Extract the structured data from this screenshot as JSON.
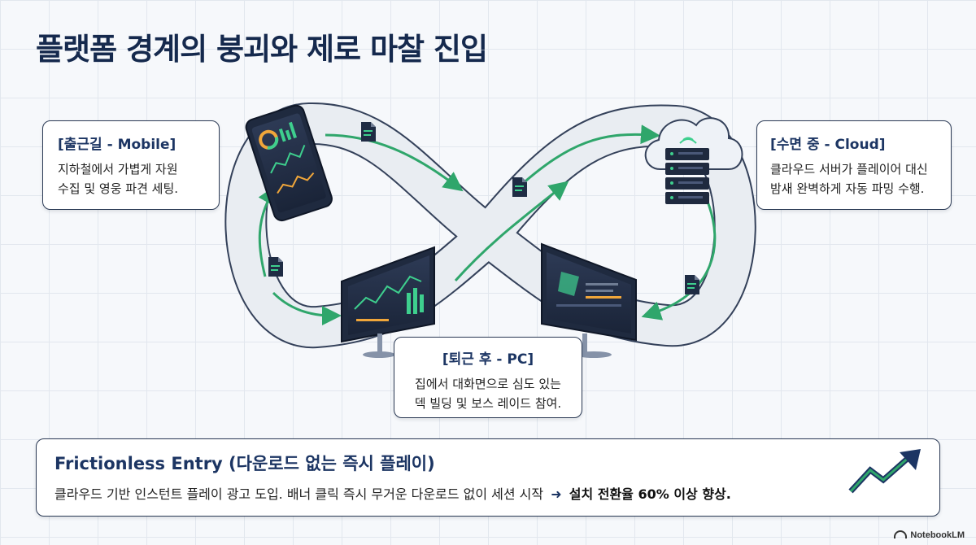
{
  "title": "플랫폼 경계의 붕괴와 제로 마찰 진입",
  "cards": {
    "mobile": {
      "title": "[출근길 - Mobile]",
      "line1": "지하철에서 가볍게 자원",
      "line2": "수집 및 영웅 파견 세팅."
    },
    "cloud": {
      "title": "[수면 중 - Cloud]",
      "line1": "클라우드 서버가 플레이어 대신",
      "line2": "밤새 완벽하게 자동 파밍 수행."
    },
    "pc": {
      "title": "[퇴근 후 - PC]",
      "line1": "집에서 대화면으로 심도 있는",
      "line2": "덱 빌딩 및 보스 레이드 참여."
    }
  },
  "bottom": {
    "title": "Frictionless Entry (다운로드 없는 즉시 플레이)",
    "desc": "클라우드 기반 인스턴트 플레이 광고 도입. 배너 클릭 즉시 무거운 다운로드 없이 세션 시작",
    "arrow": "➜",
    "highlight": "설치 전환율 60% 이상 향상."
  },
  "brand": "NotebookLM",
  "icons": {
    "flow": "document-icon",
    "devices": [
      "smartphone-icon",
      "monitor-icon",
      "cloud-server-icon"
    ],
    "trend": "trend-up-arrow-icon"
  },
  "colors": {
    "title": "#15294d",
    "track": "#e9edf2",
    "track_border": "#34415a",
    "flow_arrow": "#2fa66b",
    "accent_dark": "#1c3563"
  }
}
